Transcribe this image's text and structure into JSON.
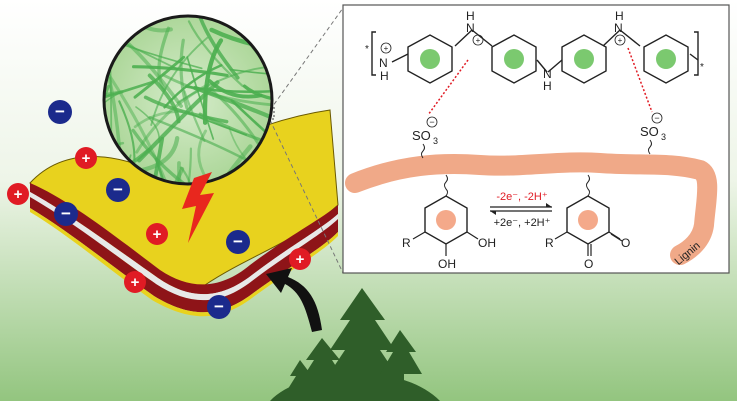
{
  "scheme": {
    "background": {
      "top": "#ffffff",
      "bottom": "#8cc47a"
    },
    "charges": {
      "plus": "+",
      "minus": "−",
      "plus_color": "#e01b24",
      "minus_color": "#1b2a8c"
    },
    "electrode": {
      "gold": "#e8d21e",
      "dark_red": "#8e1418",
      "silver": "#d9d9d9"
    },
    "zoom_circle": {
      "fiber_color": "#4caf50",
      "border": "#1a1a1a"
    },
    "lightning_color": "#e8271e",
    "trees_color": "#2f5e29",
    "arrow_color": "#111111"
  },
  "inset": {
    "polymer": {
      "nh_left_top": "N",
      "nh_left_h": "H",
      "plus": "+",
      "bridge_nh_n": "N",
      "bridge_nh_h": "H",
      "middle_nh_n": "N",
      "middle_nh_h": "H",
      "right_nh_n": "N",
      "right_nh_h": "H",
      "left_bracket_star": "*",
      "right_bracket_star": "*"
    },
    "sulfonate": {
      "label": "SO",
      "subscript": "3",
      "charge": "−"
    },
    "lignin_label": "Lignin",
    "redox": {
      "forward": "-2e⁻, -2H⁺",
      "reverse": "+2e⁻, +2H⁺",
      "forward_color": "#e01b24"
    },
    "phenol": {
      "r": "R",
      "oh1": "OH",
      "oh2": "OH"
    },
    "quinone": {
      "r": "R",
      "o1": "O",
      "o2": "O"
    },
    "colors": {
      "ring_fill": "#7bc96f",
      "lignin": "#f0a988",
      "quinone_fill": "#f4a98a",
      "dash": "#e01b24"
    }
  }
}
